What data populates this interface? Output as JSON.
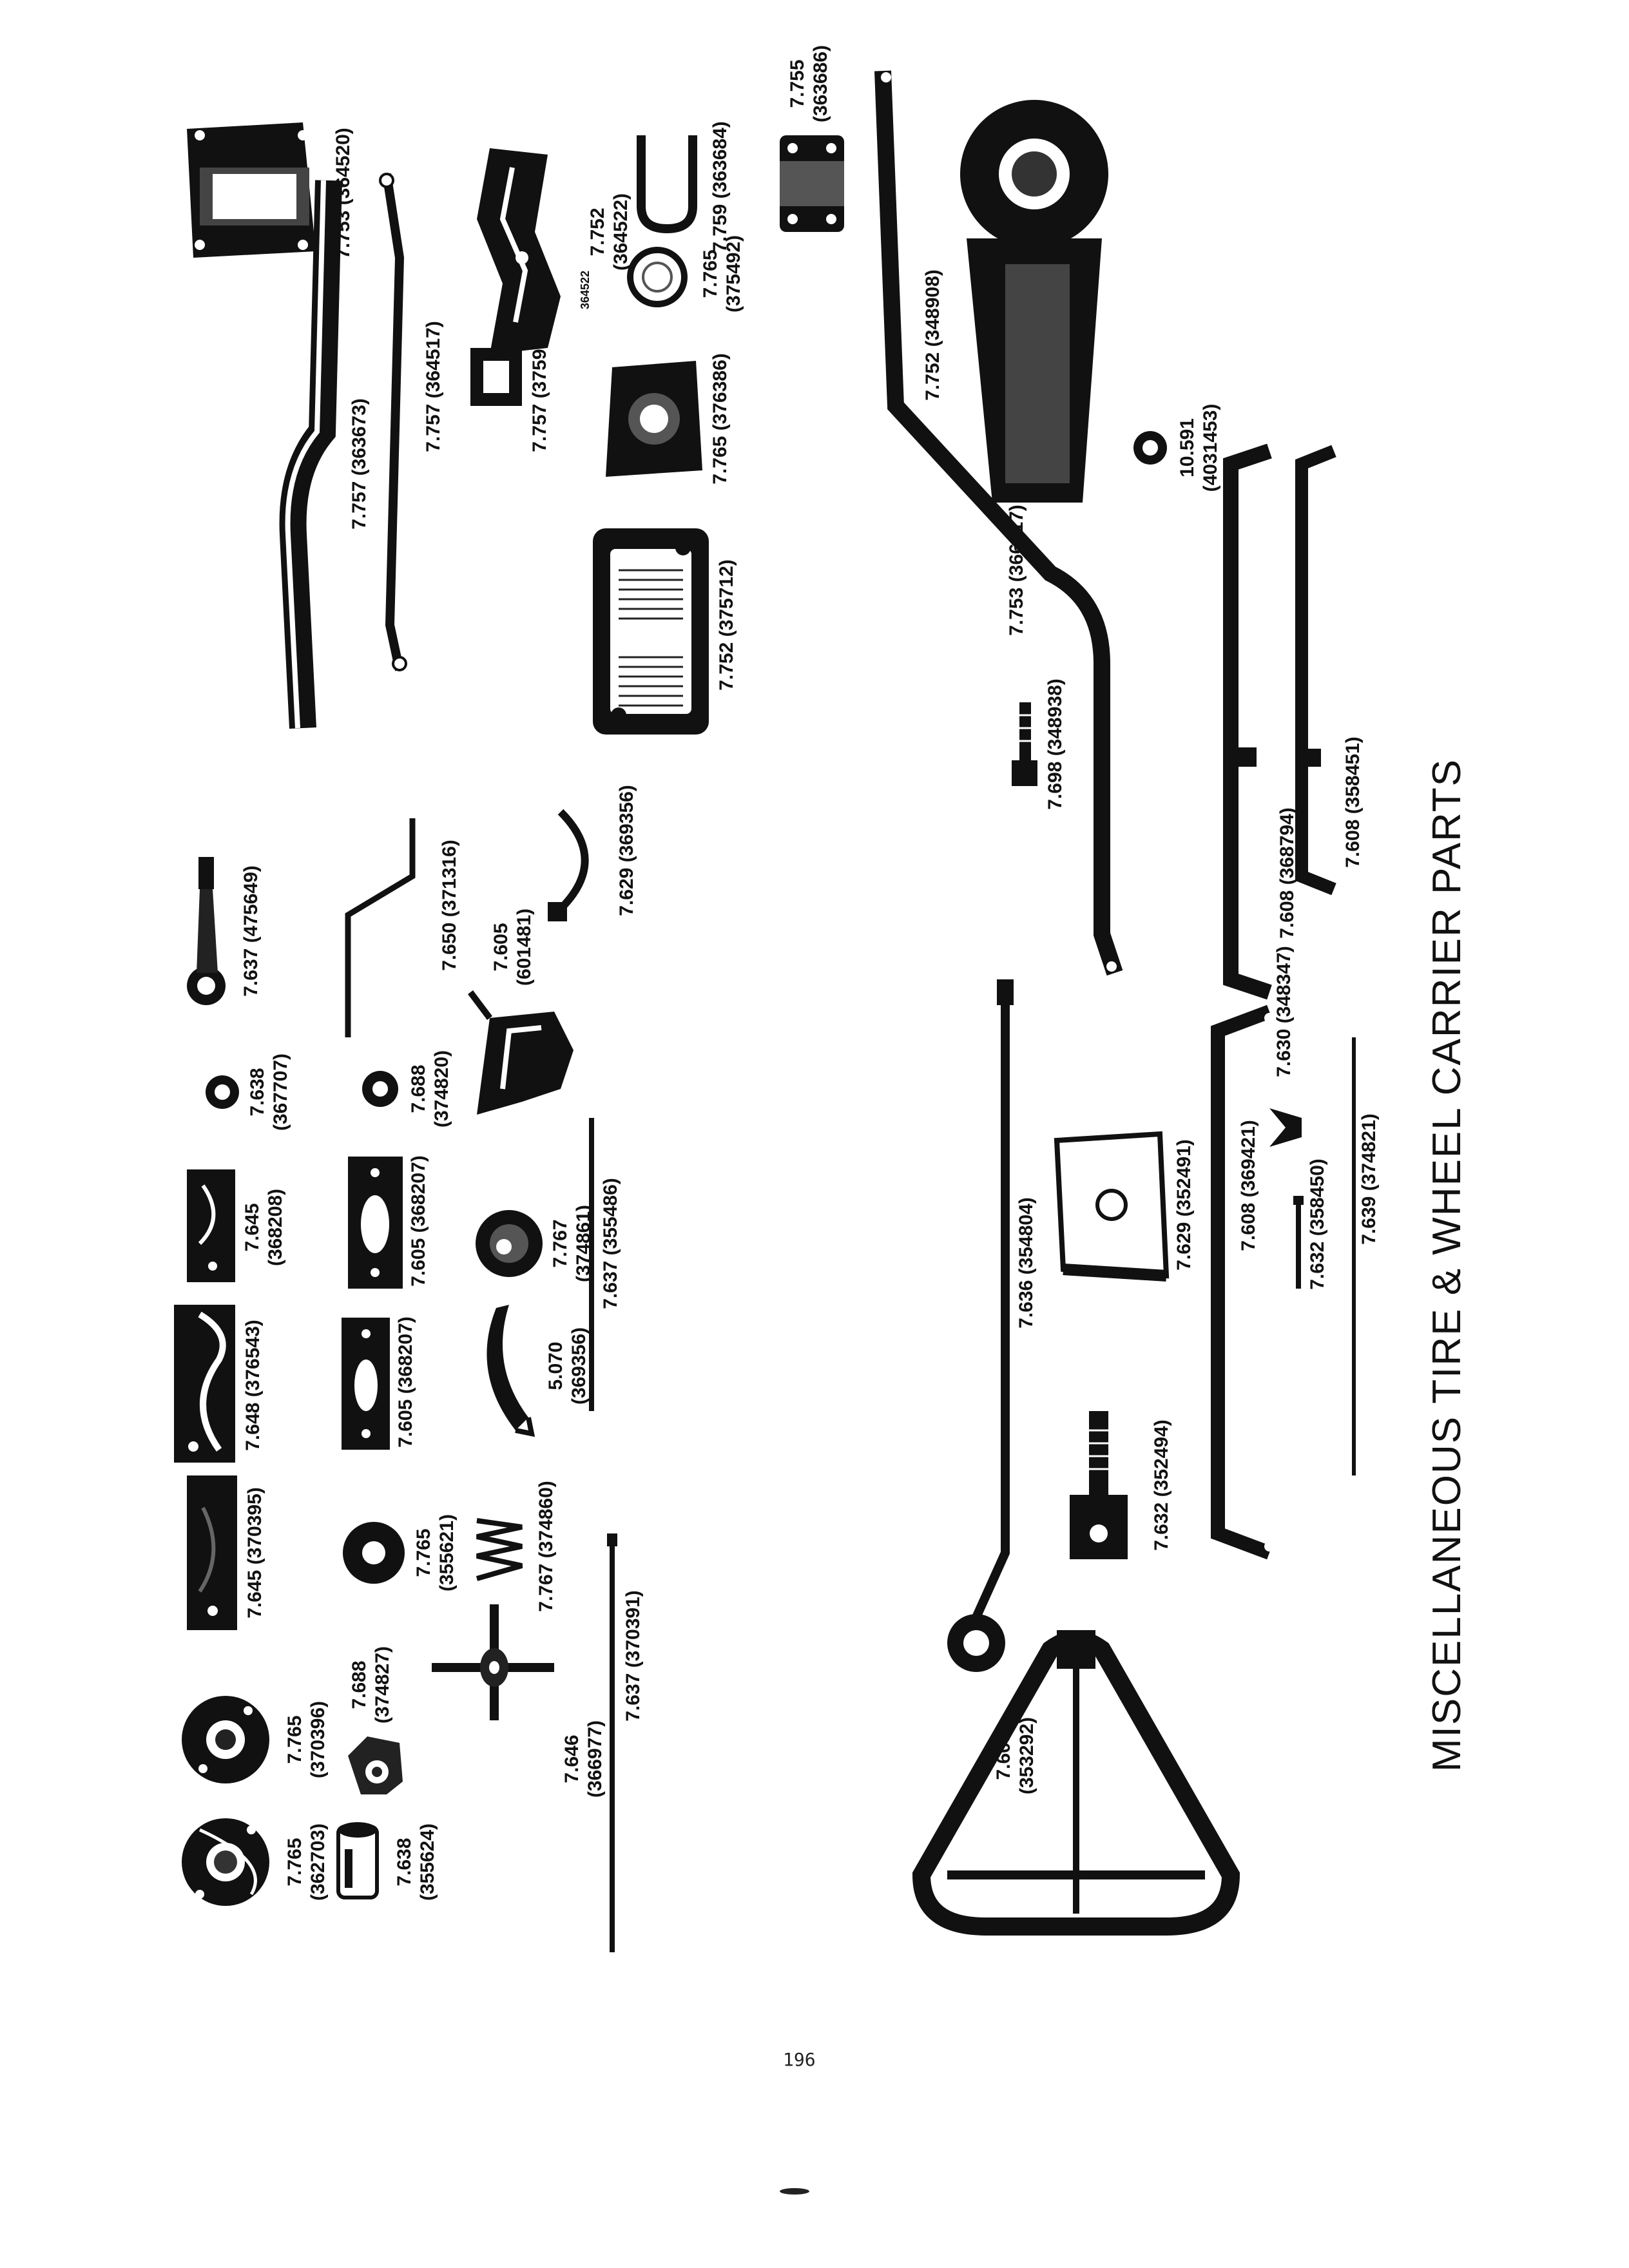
{
  "page": {
    "title": "MISCELLANEOUS TIRE & WHEEL CARRIER PARTS",
    "page_number": "196"
  },
  "parts": [
    {
      "number": "7.765",
      "catalog": "(362703)"
    },
    {
      "number": "7.765",
      "catalog": "(370396)"
    },
    {
      "number": "7.638",
      "catalog": "(355624)"
    },
    {
      "number": "7.688",
      "catalog": "(374827)"
    },
    {
      "number": "7.646",
      "catalog": "(366977)"
    },
    {
      "number": "7.637",
      "catalog": "(370391)"
    },
    {
      "number": "7.645",
      "catalog": "(370395)"
    },
    {
      "number": "7.765",
      "catalog": "(355621)"
    },
    {
      "number": "7.767",
      "catalog": "(374860)"
    },
    {
      "number": "7.648",
      "catalog": "(376543)"
    },
    {
      "number": "7.605",
      "catalog": "(368207)"
    },
    {
      "number": "5.070",
      "catalog": "(369356)"
    },
    {
      "number": "7.637",
      "catalog": "(355486)"
    },
    {
      "number": "7.645",
      "catalog": "(368208)"
    },
    {
      "number": "7.605",
      "catalog": "(368207)"
    },
    {
      "number": "7.767",
      "catalog": "(374861)"
    },
    {
      "number": "7.638",
      "catalog": "(367707)"
    },
    {
      "number": "7.688",
      "catalog": "(374820)"
    },
    {
      "number": "7.605",
      "catalog": "(601481)"
    },
    {
      "number": "7.637",
      "catalog": "(475649)"
    },
    {
      "number": "7.650",
      "catalog": "(371316)"
    },
    {
      "number": "7.629",
      "catalog": "(369356)"
    },
    {
      "number": "7.757",
      "catalog": "(363673)"
    },
    {
      "number": "7.757",
      "catalog": "(364517)"
    },
    {
      "number": "7.757",
      "catalog": "(375939)"
    },
    {
      "number": "7.752",
      "catalog": "(364522)"
    },
    {
      "number": "7.753",
      "catalog": "(364520)"
    },
    {
      "number": "7.752",
      "catalog": "(375712)"
    },
    {
      "number": "7.765",
      "catalog": "(376386)"
    },
    {
      "number": "7.765",
      "catalog": "(375492)"
    },
    {
      "number": "7.759",
      "catalog": "(363684)"
    },
    {
      "number": "7.755",
      "catalog": "(363686)"
    },
    {
      "number": "7.603",
      "catalog": "(353292)"
    },
    {
      "number": "7.636",
      "catalog": "(354804)"
    },
    {
      "number": "7.632",
      "catalog": "(352494)"
    },
    {
      "number": "7.629",
      "catalog": "(352491)"
    },
    {
      "number": "7.608",
      "catalog": "(369421)"
    },
    {
      "number": "7.632",
      "catalog": "(358450)"
    },
    {
      "number": "7.630",
      "catalog": "(348347)"
    },
    {
      "number": "7.639",
      "catalog": "(374821)"
    },
    {
      "number": "7.698",
      "catalog": "(348938)"
    },
    {
      "number": "7.753",
      "catalog": "(366217)"
    },
    {
      "number": "10.591",
      "catalog": "(4031453)"
    },
    {
      "number": "7.752",
      "catalog": "(348908)"
    },
    {
      "number": "7.608",
      "catalog": "(368794)"
    },
    {
      "number": "7.608",
      "catalog": "(358451)"
    }
  ],
  "stamp_text": "364522"
}
